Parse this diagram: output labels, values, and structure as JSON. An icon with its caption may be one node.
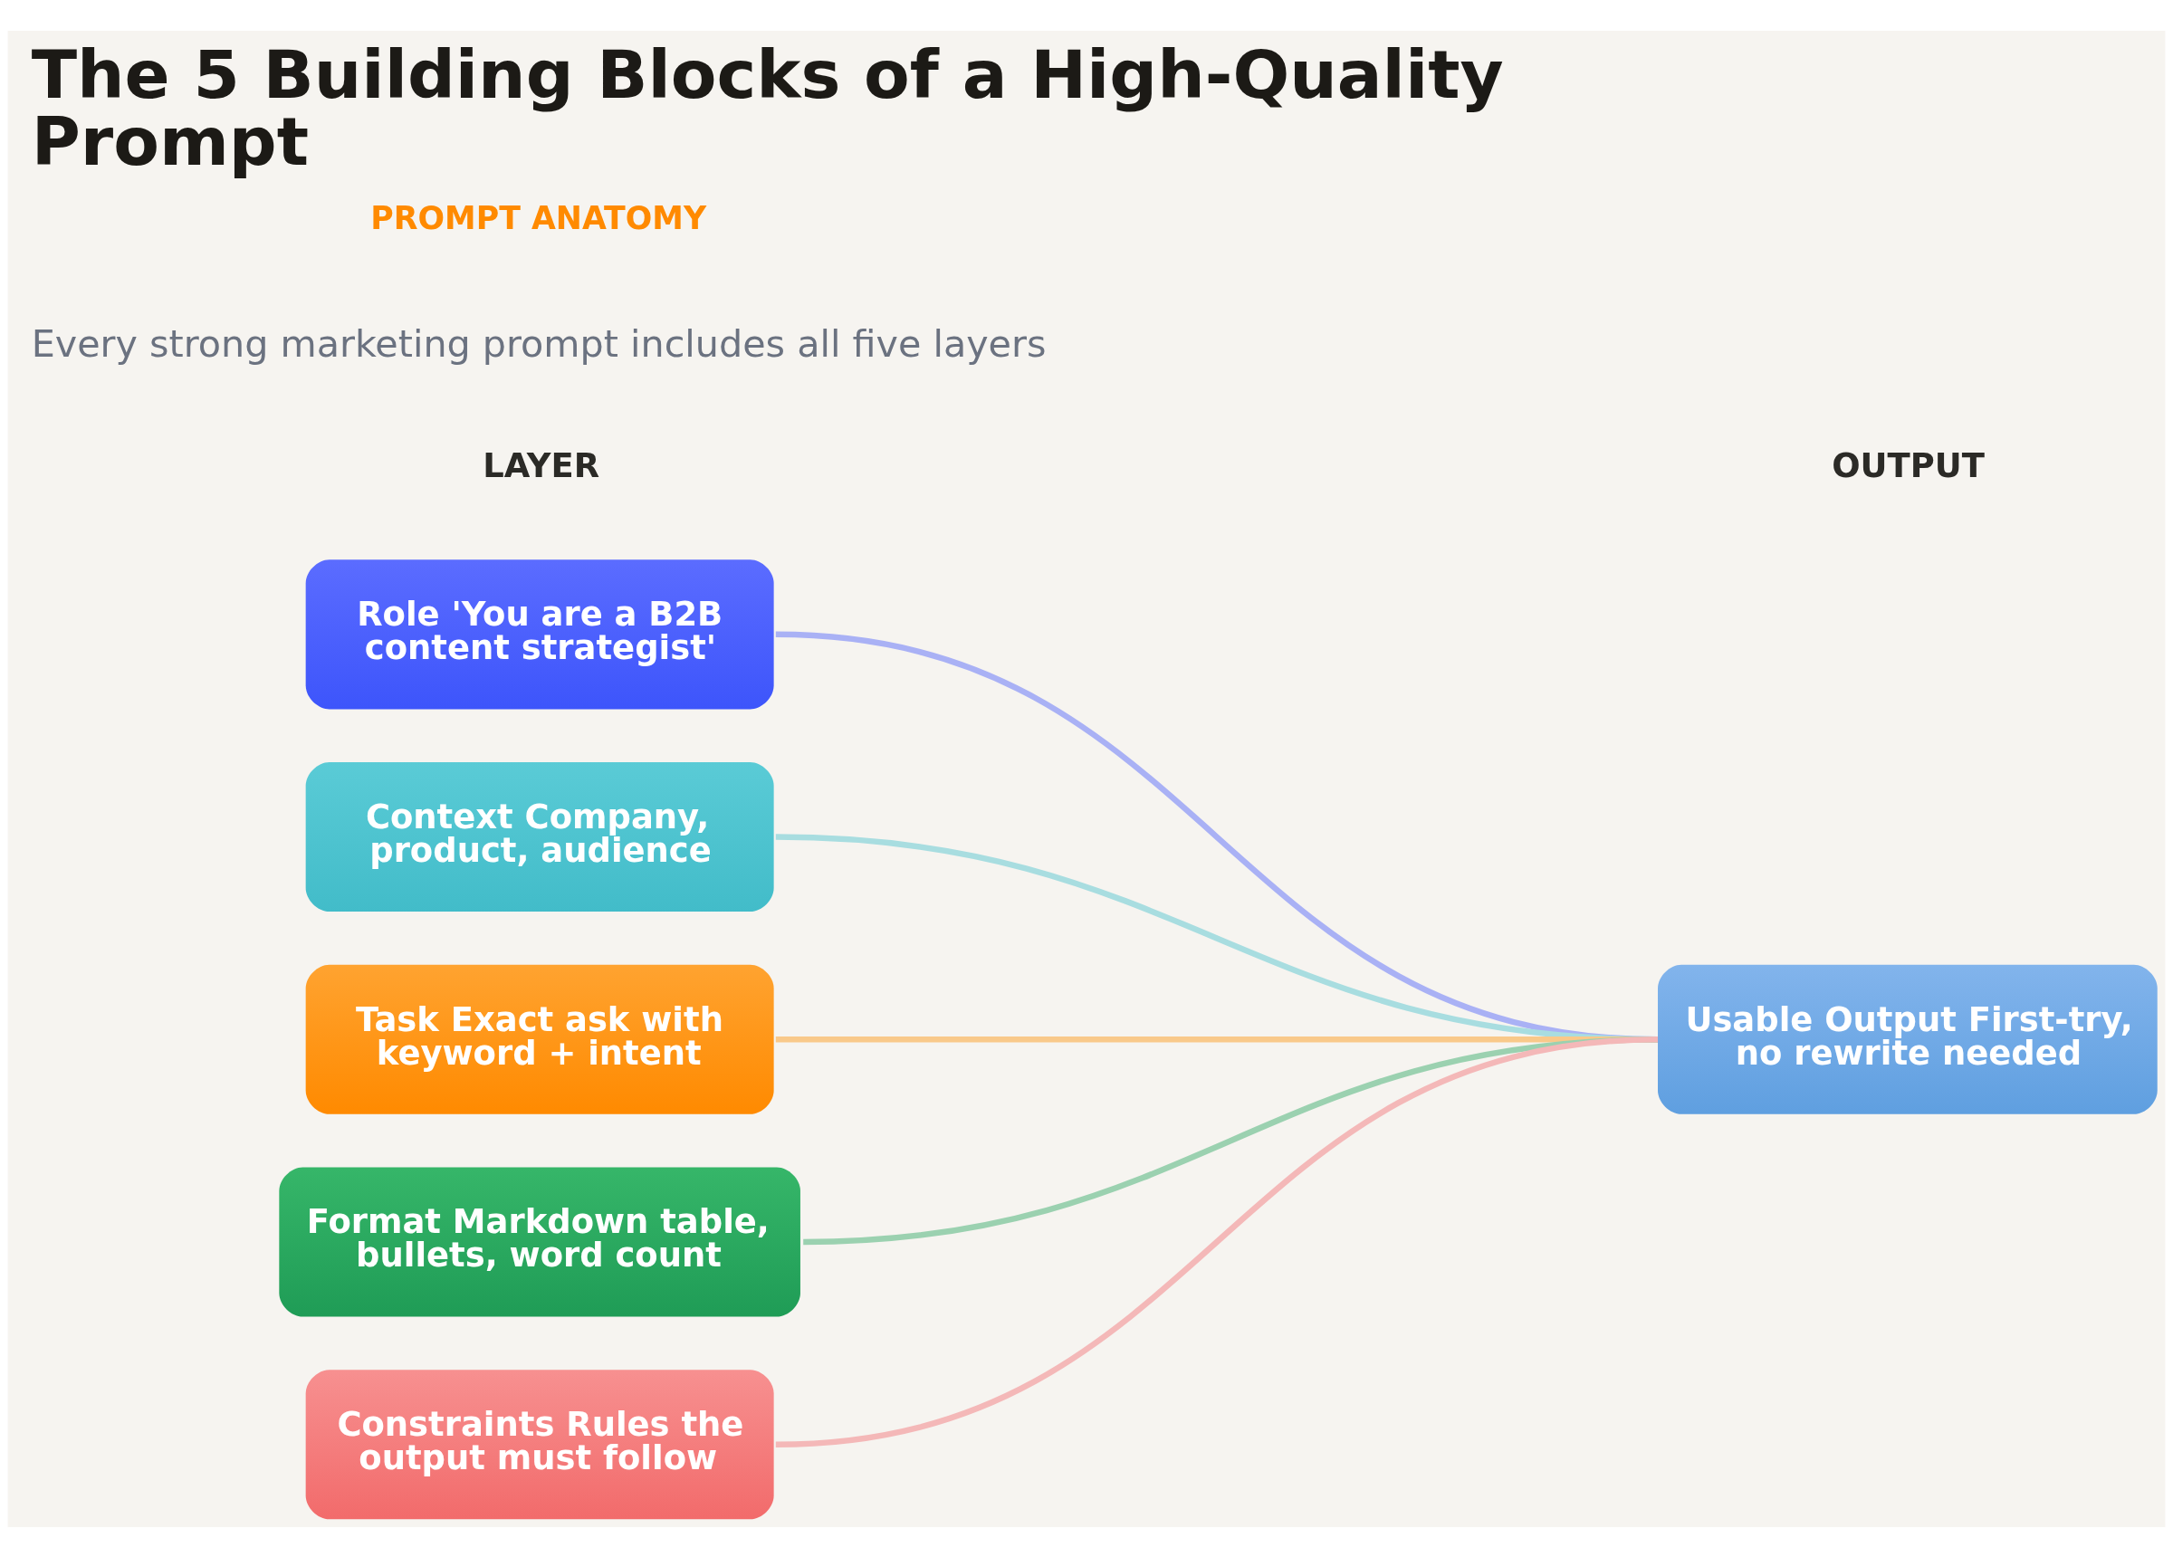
{
  "diagram": {
    "title": "The 5 Building Blocks of a High-Quality Prompt",
    "nodes": [
      {
        "text": [
          "Role 'You are a B2B content strategist'"
        ]
      },
      {
        "text": [
          "Context Company, product, audience"
        ]
      },
      {
        "text": [
          "Task Exact ask with keyword + intent"
        ]
      },
      {
        "text": [
          "Format Markdown table, bullets, word count"
        ]
      },
      {
        "text": [
          "Constraints Rules the output must follow"
        ]
      },
      {
        "text": [
          "Usable Output First-try, no rewrite needed"
        ]
      }
    ],
    "edges": [
      {
        "from": 0,
        "to": 5,
        "arrow": "none",
        "color": "#a9b1f5"
      },
      {
        "from": 1,
        "to": 5,
        "arrow": "none",
        "color": "#a8dde0"
      },
      {
        "from": 2,
        "to": 5,
        "arrow": "none",
        "color": "#f9c98a"
      },
      {
        "from": 3,
        "to": 5,
        "arrow": "none",
        "color": "#9bd1b0"
      },
      {
        "from": 4,
        "to": 5,
        "arrow": "none",
        "color": "#f4b8b8"
      }
    ],
    "labels": [
      "PROMPT ANATOMY",
      "Every strong marketing prompt includes all five layers",
      "LAYER",
      "OUTPUT"
    ]
  }
}
